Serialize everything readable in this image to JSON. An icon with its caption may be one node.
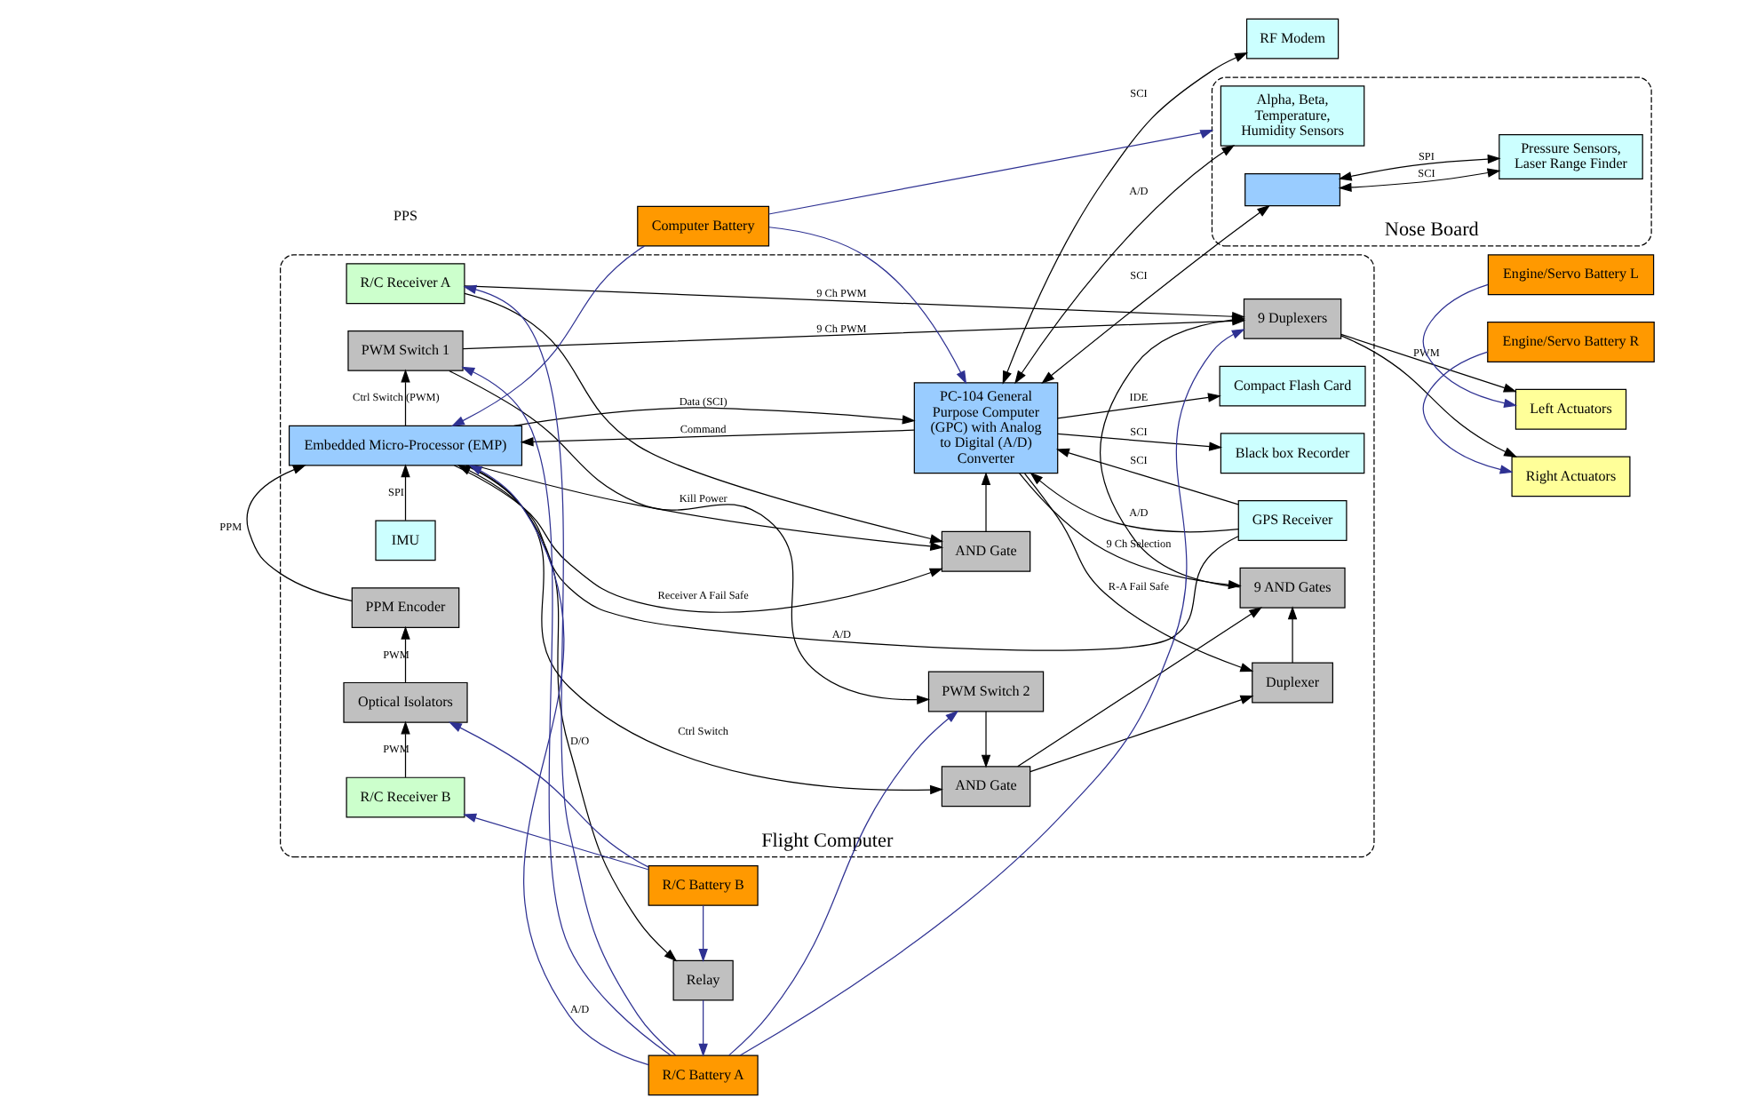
{
  "diagram": {
    "nodes": [
      {
        "text": [
          "Flight Computer"
        ]
      },
      {
        "text": [
          "Nose Board"
        ]
      },
      {
        "text": [
          "R/C Battery A"
        ]
      },
      {
        "text": [
          "Relay"
        ]
      },
      {
        "text": [
          "R/C Battery B"
        ]
      },
      {
        "text": [
          "Computer Battery"
        ]
      },
      {
        "text": [
          "R/C Receiver A"
        ],
        "in": 0
      },
      {
        "text": [
          "PWM Switch 1"
        ],
        "in": 0
      },
      {
        "text": [
          "R/C Receiver B"
        ],
        "in": 0
      },
      {
        "text": [
          "Optical Isolators"
        ],
        "in": 0
      },
      {
        "text": [
          "PPM Encoder"
        ],
        "in": 0
      },
      {
        "text": [
          "Embedded Micro-Processor (EMP)"
        ],
        "in": 0
      },
      {
        "text": [
          "IMU"
        ],
        "in": 0
      },
      {
        "text": [
          "PWM Switch 2"
        ],
        "in": 0
      },
      {
        "text": [
          "AND Gate"
        ],
        "in": 0
      },
      {
        "text": [
          "AND Gate"
        ],
        "in": 0
      },
      {
        "text": [
          "PC-104 General Purpose Computer (GPC) with Analog to Digital (A/D) Converter"
        ],
        "in": 0
      },
      {
        "text": [
          "9 Duplexers"
        ],
        "in": 0
      },
      {
        "text": [
          "9 AND Gates"
        ],
        "in": 0
      },
      {
        "text": [
          "Duplexer"
        ],
        "in": 0
      },
      {
        "text": [
          "Black box Recorder"
        ],
        "in": 0
      },
      {
        "text": [
          "Compact Flash Card"
        ],
        "in": 0
      },
      {
        "text": [
          "GPS Receiver"
        ],
        "in": 0
      },
      {
        "text": [
          "Engine/Servo Battery L"
        ]
      },
      {
        "text": [
          "Left Actuators"
        ]
      },
      {
        "text": [
          "Right Actuators"
        ]
      },
      {
        "text": [
          "Engine/Servo Battery R"
        ]
      },
      {
        "text": [
          "RF Modem"
        ]
      },
      {
        "text": [
          "Alpha, Beta, Temperature, Humidity Sensors"
        ],
        "in": 1
      },
      {
        "text": [],
        "shape": "box",
        "in": 1
      },
      {
        "text": [
          "Pressure Sensors, Laser Range Finder"
        ],
        "in": 1
      }
    ],
    "edges": [
      {
        "from": 4,
        "to": 3,
        "arrow": "to",
        "color": "#2e3192"
      },
      {
        "from": 3,
        "to": 2,
        "arrow": "to",
        "color": "#2e3192"
      },
      {
        "from": 2,
        "to": 6,
        "arrow": "to",
        "color": "#2e3192"
      },
      {
        "from": 2,
        "to": 7,
        "arrow": "to",
        "color": "#2e3192"
      },
      {
        "from": 2,
        "to": 13,
        "arrow": "to",
        "color": "#2e3192"
      },
      {
        "from": 2,
        "to": 17,
        "arrow": "to",
        "color": "#2e3192"
      },
      {
        "from": 2,
        "to": 11,
        "label": "A/D",
        "arrow": "to",
        "color": "#2e3192"
      },
      {
        "from": 4,
        "to": 8,
        "arrow": "to",
        "color": "#2e3192"
      },
      {
        "from": 4,
        "to": 9,
        "arrow": "to",
        "color": "#2e3192"
      },
      {
        "from": 5,
        "to": 11,
        "arrow": "to",
        "color": "#2e3192"
      },
      {
        "from": 5,
        "to": 16,
        "arrow": "to",
        "color": "#2e3192"
      },
      {
        "from": 5,
        "to": 1,
        "arrow": "to",
        "color": "#2e3192"
      },
      {
        "from": 11,
        "to": 3,
        "label": "D/O",
        "arrow": "to"
      },
      {
        "from": 6,
        "to": 17,
        "label": "9 Ch PWM",
        "arrow": "to"
      },
      {
        "from": 7,
        "to": 17,
        "label": "9 Ch PWM",
        "arrow": "to"
      },
      {
        "from": 7,
        "to": 13,
        "arrow": "to"
      },
      {
        "from": 6,
        "to": 15,
        "arrow": "to"
      },
      {
        "from": 13,
        "to": 14,
        "arrow": "to"
      },
      {
        "from": 8,
        "to": 9,
        "label": "PWM",
        "arrow": "to"
      },
      {
        "from": 9,
        "to": 10,
        "label": "PWM",
        "arrow": "to"
      },
      {
        "from": 10,
        "to": 11,
        "label": "PPM",
        "arrow": "to"
      },
      {
        "from": 11,
        "to": 7,
        "label": "Ctrl Switch (PWM)",
        "arrow": "to"
      },
      {
        "from": 11,
        "to": 14,
        "label": "Ctrl Switch",
        "arrow": "to"
      },
      {
        "from": 11,
        "to": 15,
        "label": "Receiver A Fail Safe",
        "arrow": "to"
      },
      {
        "from": 11,
        "to": 15,
        "label": "Kill Power",
        "arrow": "to"
      },
      {
        "from": 12,
        "to": 11,
        "label": "SPI",
        "arrow": "to"
      },
      {
        "from": 11,
        "to": 16,
        "label": "Data (SCI)",
        "arrow": "to"
      },
      {
        "from": 16,
        "to": 11,
        "label": "Command",
        "arrow": "to"
      },
      {
        "from": 22,
        "to": 11,
        "label": "A/D",
        "arrow": "to"
      },
      {
        "from": 22,
        "to": 16,
        "label": "A/D",
        "arrow": "to"
      },
      {
        "from": 15,
        "to": 16,
        "arrow": "to"
      },
      {
        "from": 14,
        "to": 18,
        "arrow": "to"
      },
      {
        "from": 14,
        "to": 19,
        "arrow": "to"
      },
      {
        "from": 16,
        "to": 18,
        "label": "9 Ch Selection",
        "arrow": "to"
      },
      {
        "from": 16,
        "to": 19,
        "label": "R-A Fail Safe",
        "arrow": "to"
      },
      {
        "from": 19,
        "to": 18,
        "arrow": "to"
      },
      {
        "from": 18,
        "to": 17,
        "arrow": "to"
      },
      {
        "from": 17,
        "to": 24,
        "label": "PWM",
        "arrow": "to"
      },
      {
        "from": 17,
        "to": 25,
        "arrow": "to"
      },
      {
        "from": 23,
        "to": 24,
        "arrow": "to",
        "color": "#2e3192"
      },
      {
        "from": 26,
        "to": 25,
        "arrow": "to",
        "color": "#2e3192"
      },
      {
        "from": 16,
        "to": 27,
        "label": "SCI",
        "arrow": "both"
      },
      {
        "from": 16,
        "to": 20,
        "label": "SCI",
        "arrow": "to"
      },
      {
        "from": 16,
        "to": 21,
        "label": "IDE",
        "arrow": "to"
      },
      {
        "from": 28,
        "to": 16,
        "label": "A/D",
        "arrow": "both"
      },
      {
        "from": 16,
        "to": 29,
        "label": "SCI",
        "arrow": "both"
      },
      {
        "from": 22,
        "to": 16,
        "label": "SCI",
        "arrow": "to"
      },
      {
        "from": 29,
        "to": 30,
        "label": "SCI",
        "arrow": "both"
      },
      {
        "from": 29,
        "to": 30,
        "label": "SPI",
        "arrow": "both"
      }
    ],
    "labels": [
      "PPS"
    ]
  }
}
